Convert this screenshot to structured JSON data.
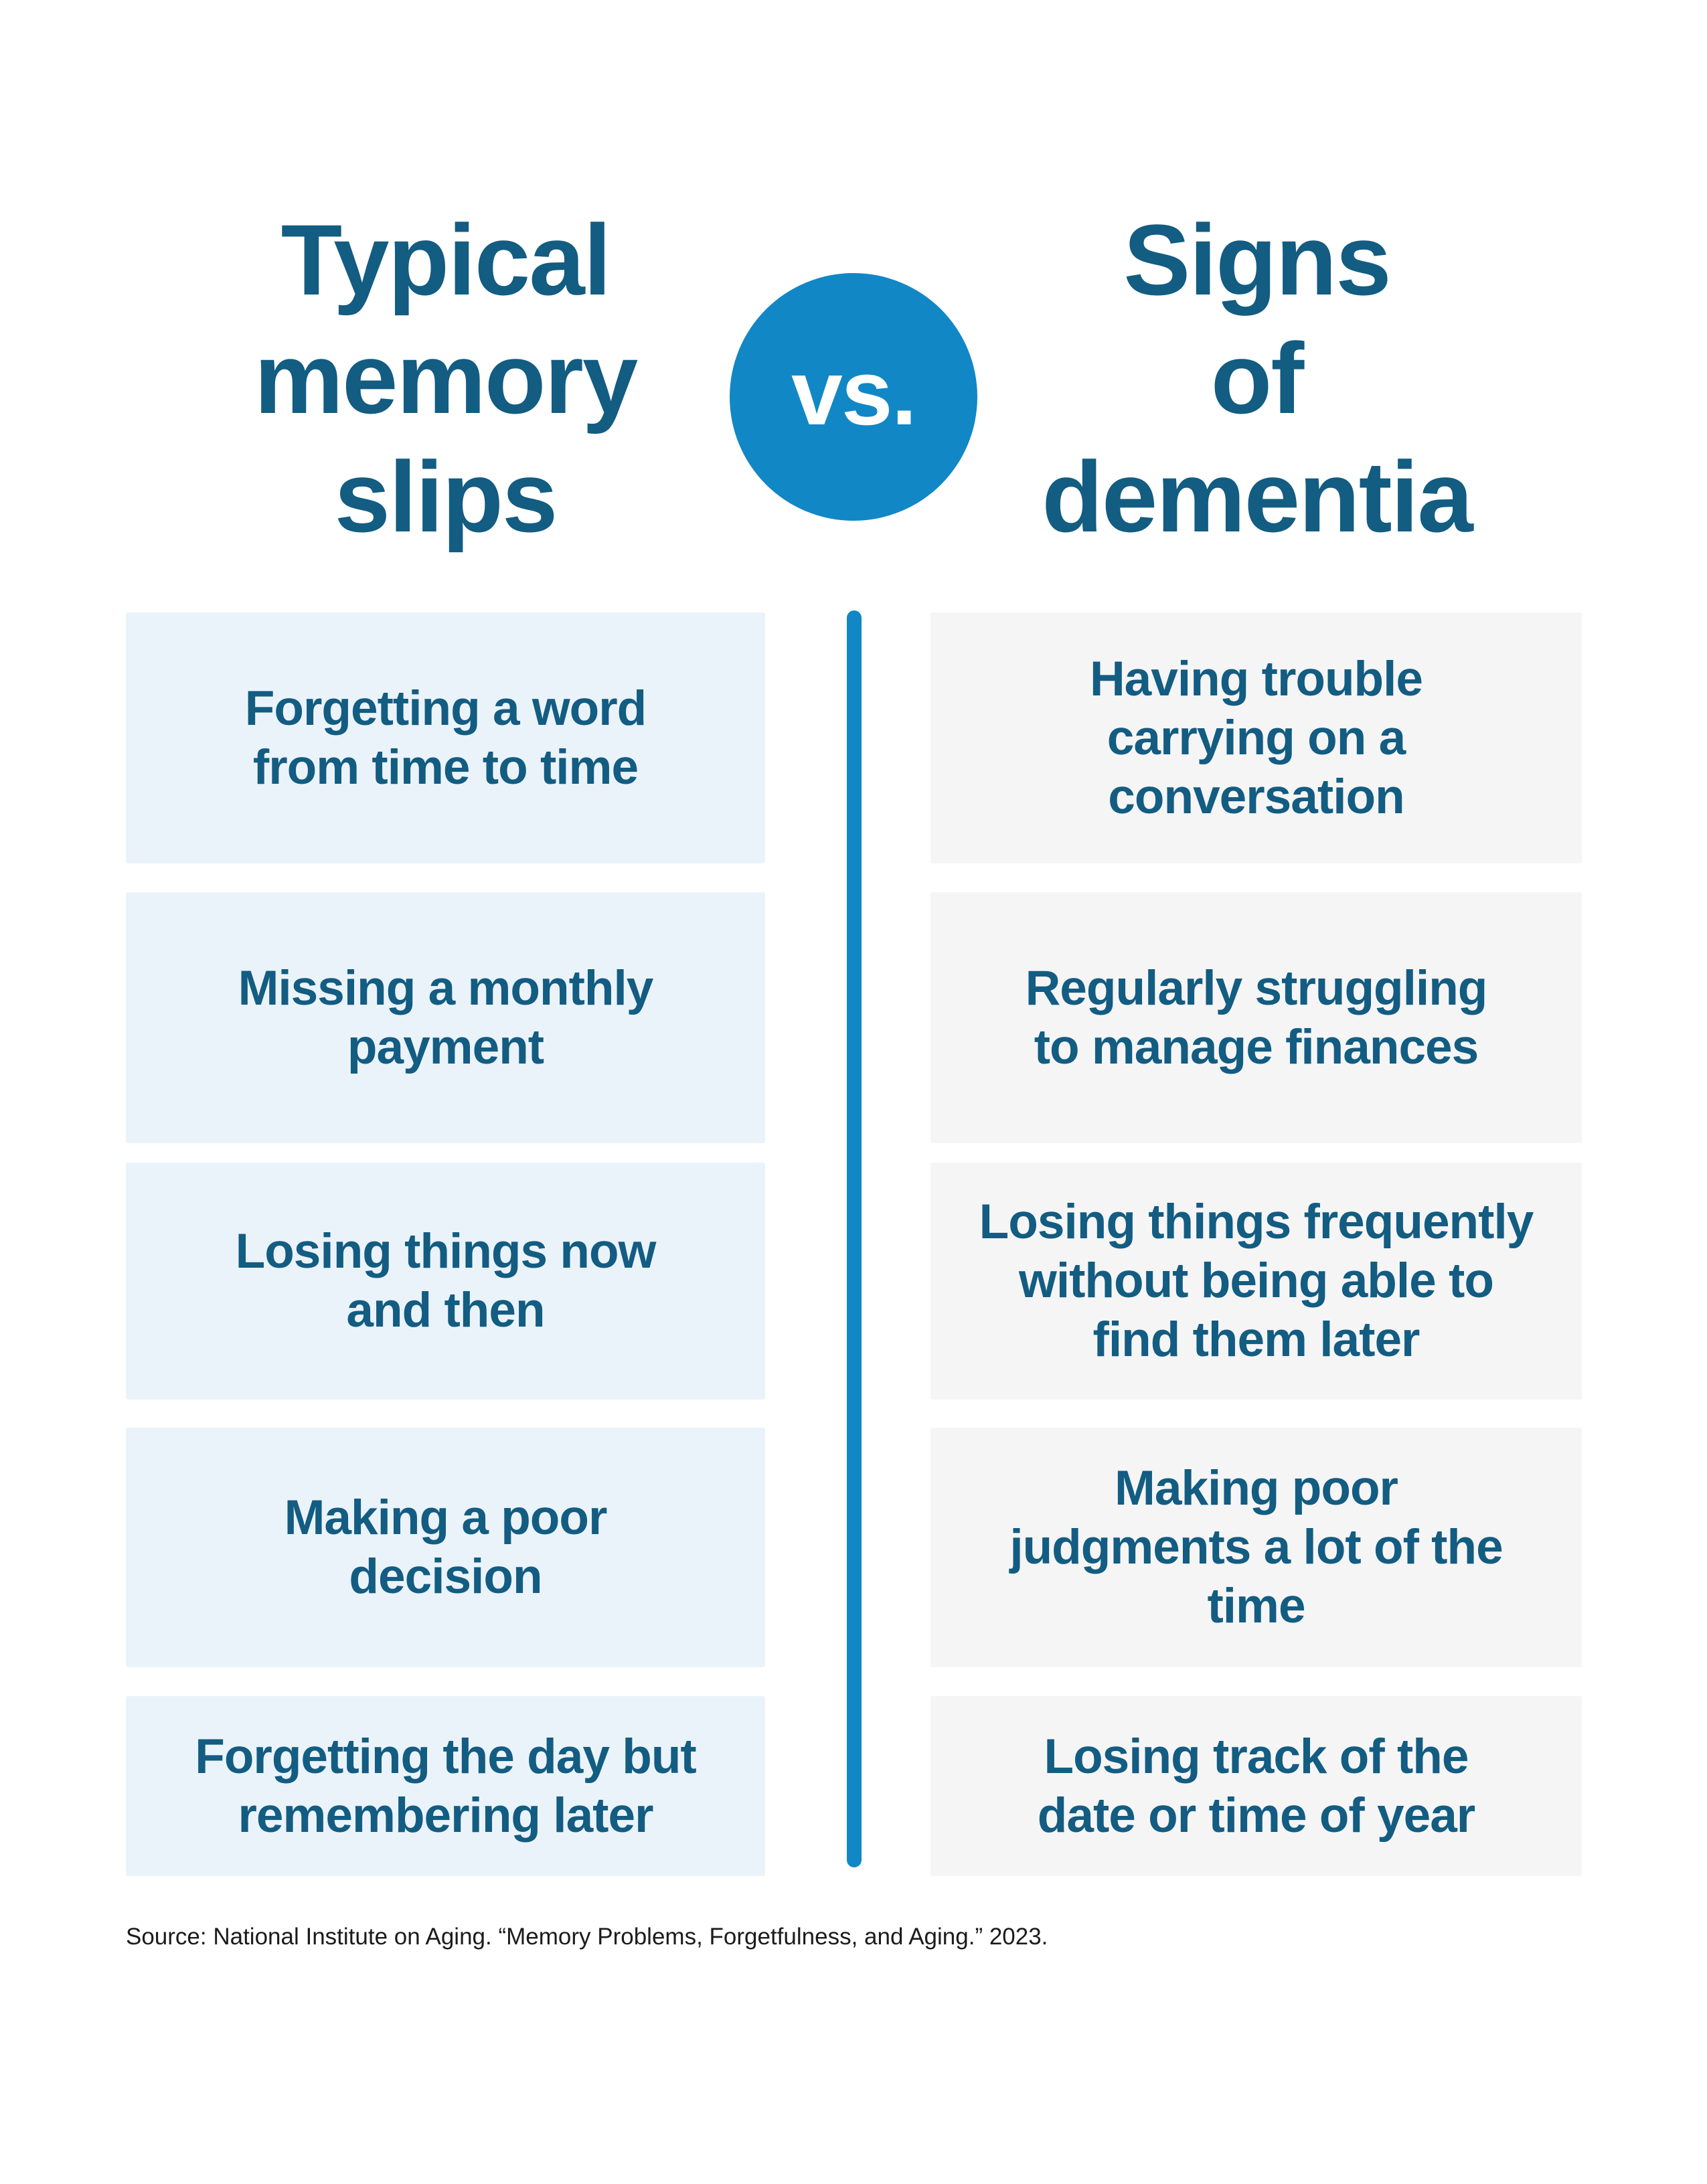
{
  "header": {
    "left_title": "Typical\nmemory\nslips",
    "vs_label": "vs.",
    "right_title": "Signs\nof\ndementia"
  },
  "rows": [
    {
      "left": "Forgetting a word\nfrom time to time",
      "right": "Having trouble\ncarrying on a\nconversation"
    },
    {
      "left": "Missing a monthly\npayment",
      "right": "Regularly struggling\nto manage finances"
    },
    {
      "left": "Losing things now\nand then",
      "right": "Losing things frequently\nwithout being able to\nfind them later"
    },
    {
      "left": "Making a poor\ndecision",
      "right": "Making poor\njudgments a lot of the\ntime"
    },
    {
      "left": "Forgetting the day but\nremembering later",
      "right": "Losing track of the\ndate or time of year"
    }
  ],
  "footer": {
    "source": "Source: National Institute on Aging. “Memory Problems, Forgetfulness, and Aging.” 2023."
  },
  "colors": {
    "accent_blue": "#1287C6",
    "heading_blue": "#135C82",
    "left_box_bg": "#EBF3FA",
    "right_box_bg": "#F5F5F6"
  }
}
